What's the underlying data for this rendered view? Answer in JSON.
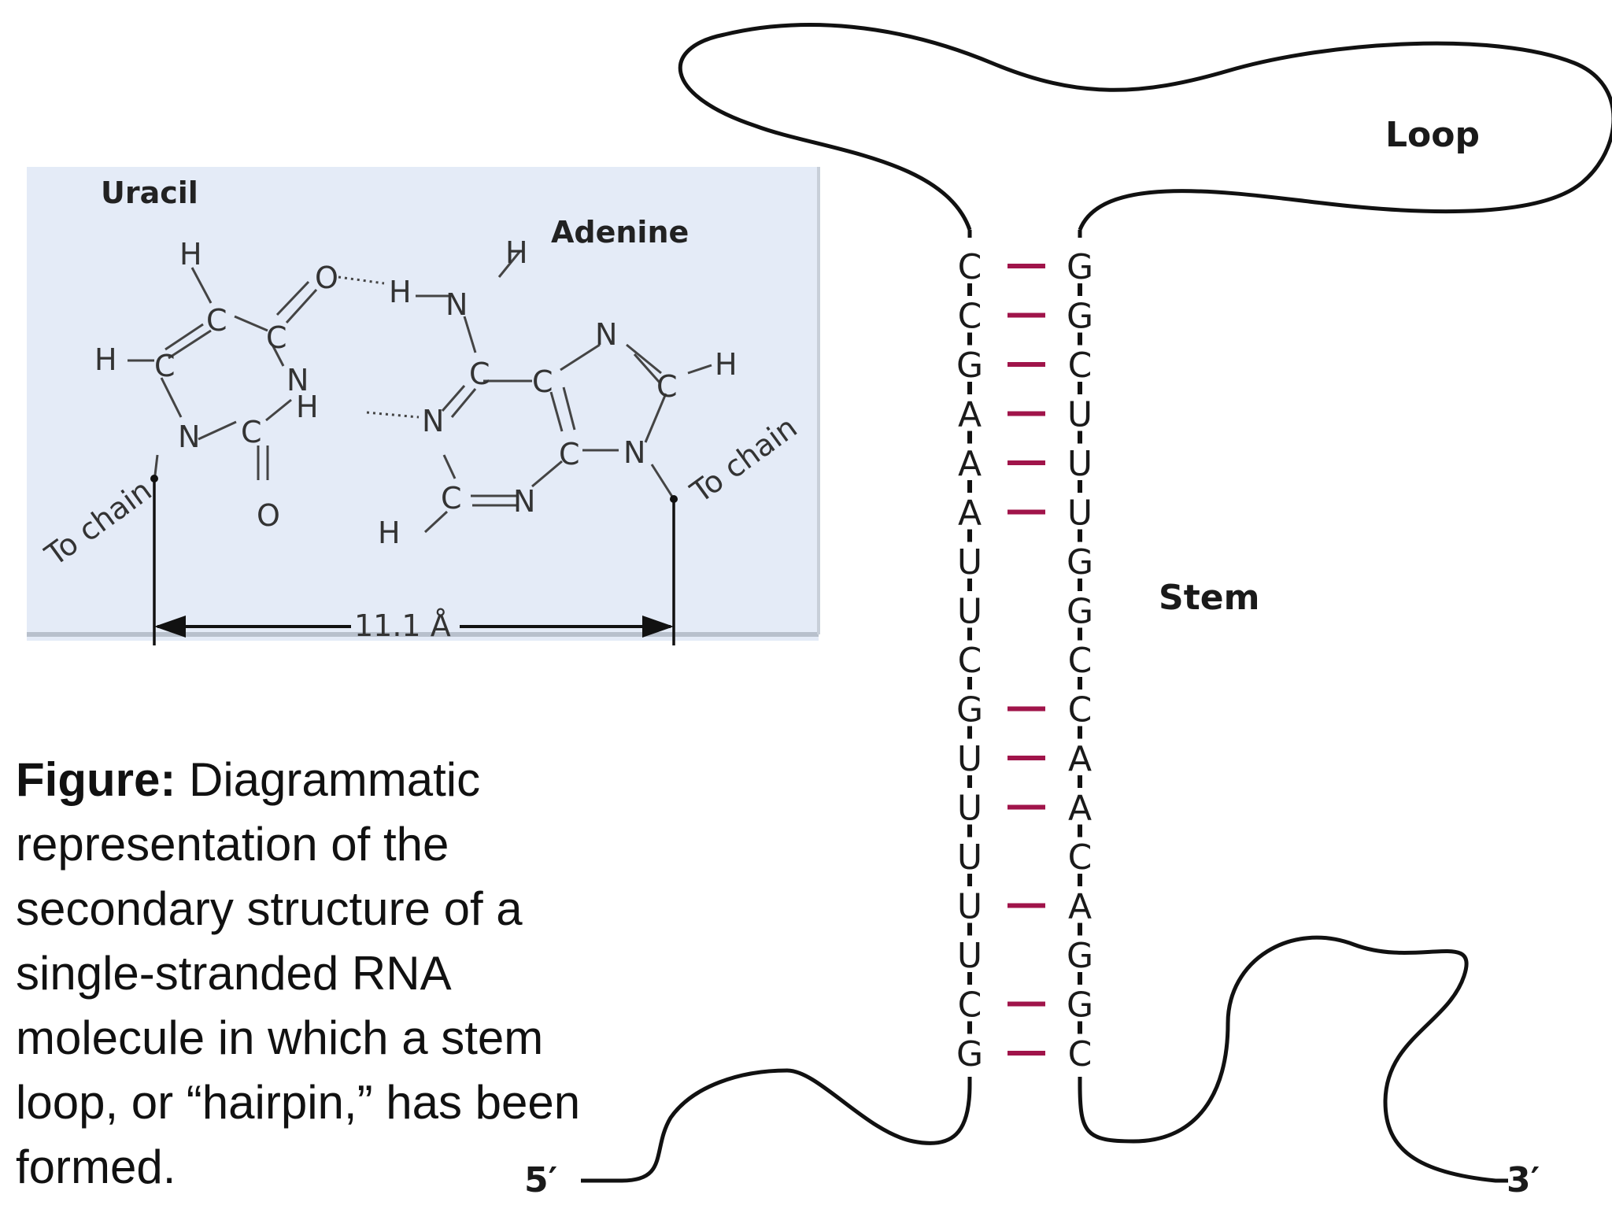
{
  "caption": {
    "lead": "Figure:",
    "text": "Diagrammatic representation of the secondary structure of a single-stranded RNA molecule in which a stem loop, or “hairpin,” has been formed."
  },
  "inset": {
    "uracil_label": "Uracil",
    "adenine_label": "Adenine",
    "to_chain_left": "To chain",
    "to_chain_right": "To chain",
    "distance": "11.1 Å"
  },
  "hairpin": {
    "loop_label": "Loop",
    "stem_label": "Stem",
    "five_prime": "5′",
    "three_prime": "3′",
    "left_strand": [
      "C",
      "C",
      "G",
      "A",
      "A",
      "A",
      "U",
      "U",
      "C",
      "G",
      "U",
      "U",
      "U",
      "U",
      "U",
      "C",
      "G"
    ],
    "right_strand": [
      "G",
      "G",
      "C",
      "U",
      "U",
      "U",
      "G",
      "G",
      "C",
      "C",
      "A",
      "A",
      "C",
      "A",
      "G",
      "G",
      "C"
    ],
    "paired": [
      true,
      true,
      true,
      true,
      true,
      true,
      false,
      false,
      false,
      true,
      true,
      true,
      false,
      true,
      false,
      true,
      true
    ]
  },
  "colors": {
    "pair_bar": "#a0144a",
    "inset_bg": "#e4ebf7"
  }
}
